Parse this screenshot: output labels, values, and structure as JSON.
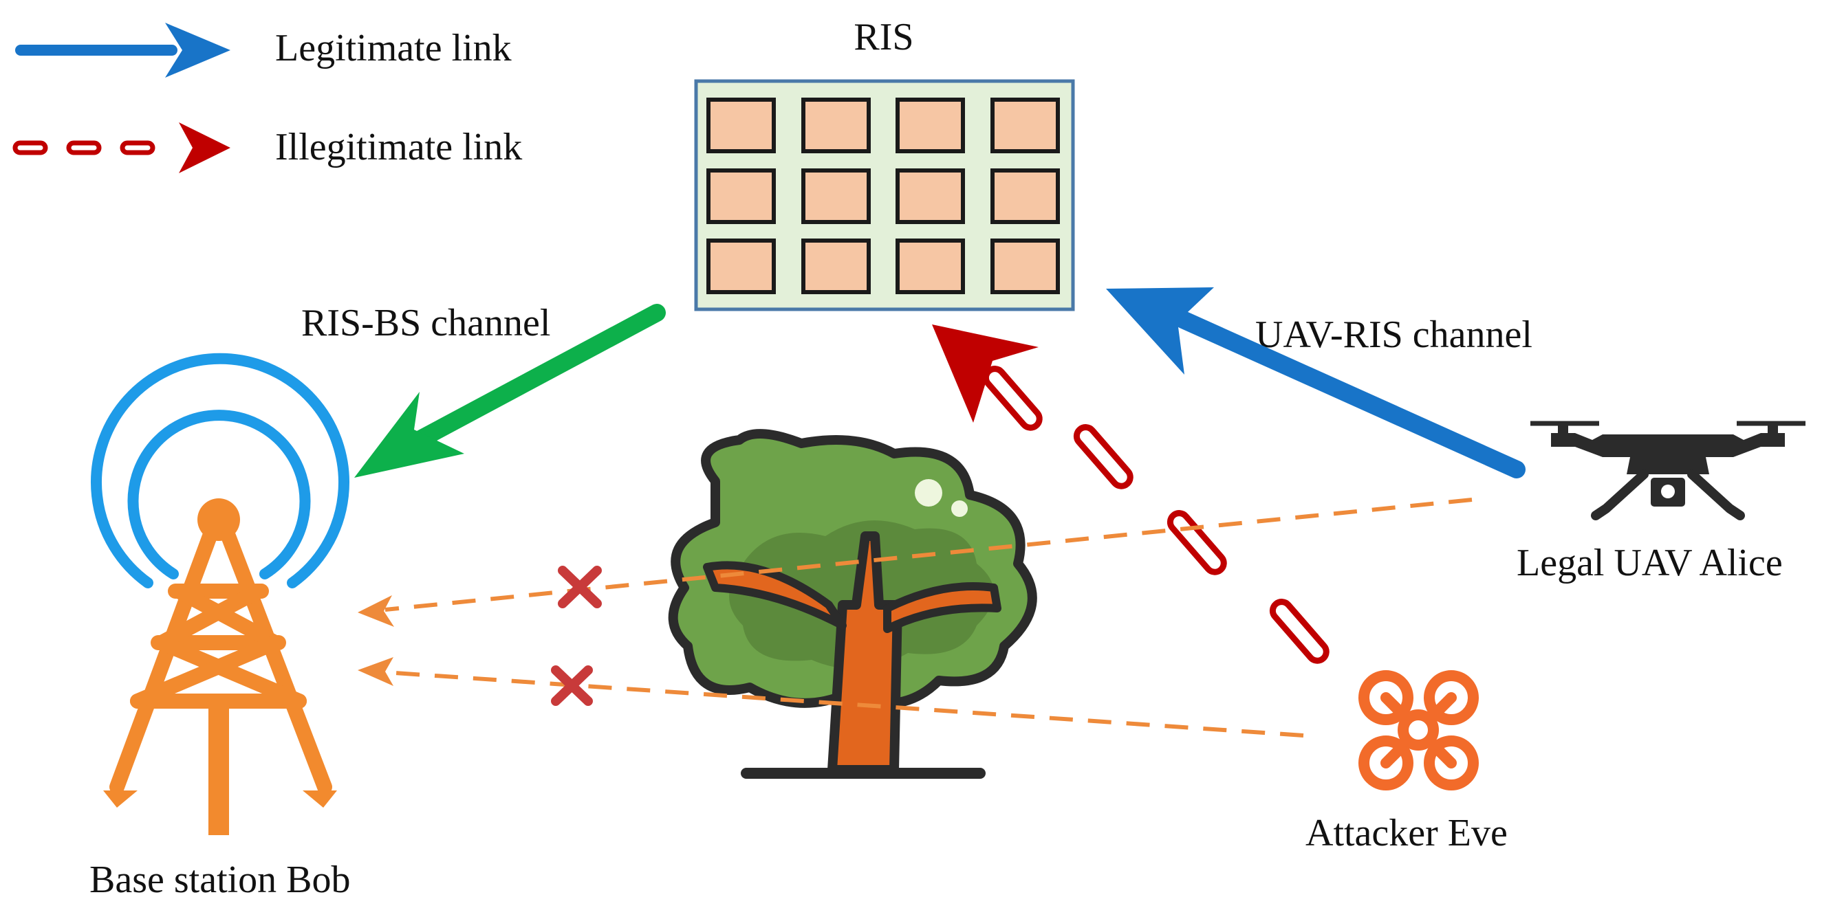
{
  "legend": {
    "legitimate_label": "Legitimate link",
    "illegitimate_label": "Illegitimate  link"
  },
  "labels": {
    "ris": "RIS",
    "ris_bs_channel": "RIS-BS channel",
    "uav_ris_channel": "UAV-RIS channel",
    "base_station": "Base  station Bob",
    "legal_uav": "Legal UAV Alice",
    "attacker": "Attacker Eve"
  },
  "colors": {
    "legitimate_link": "#1874C8",
    "illegitimate_link": "#C00000",
    "ris_bs_link": "#0DB04B",
    "blocked_link": "#EE8A3A",
    "blocked_mark": "#C83A3A",
    "tower_orange": "#F28A2E",
    "signal_blue": "#1E9BE8",
    "ris_panel_bg": "#E3F0D9",
    "ris_panel_border": "#4A79A8",
    "ris_element_fill": "#F6C6A4",
    "tree_green": "#6EA34A",
    "tree_trunk": "#E2661E",
    "uav_black": "#2B2B2B",
    "eve_orange": "#F26B2A"
  },
  "icons": {
    "tower": "cell-tower-icon",
    "legal_uav": "drone-icon",
    "attacker": "quadcopter-icon",
    "obstacle": "tree-icon",
    "ris": "ris-panel"
  }
}
